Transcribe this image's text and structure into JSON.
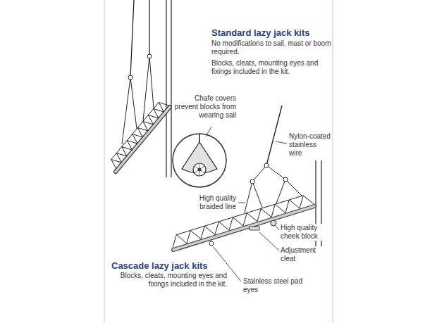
{
  "diagram": {
    "labels": [
      "Standard lazy jack kits",
      "No modifications to sail, mast or boom required.",
      "Blocks, cleats, mounting eyes and fixings included in the kit.",
      "Chafe covers prevent blocks from wearing sail",
      "Nylon-coated stainless wire",
      "High quality braided line",
      "Cascade lazy jack kits",
      "Blocks, cleats, mounting eyes and fixings included in the kit.",
      "High quality cheek block",
      "Adjustment cleat",
      "Stainless steel pad eyes"
    ]
  }
}
